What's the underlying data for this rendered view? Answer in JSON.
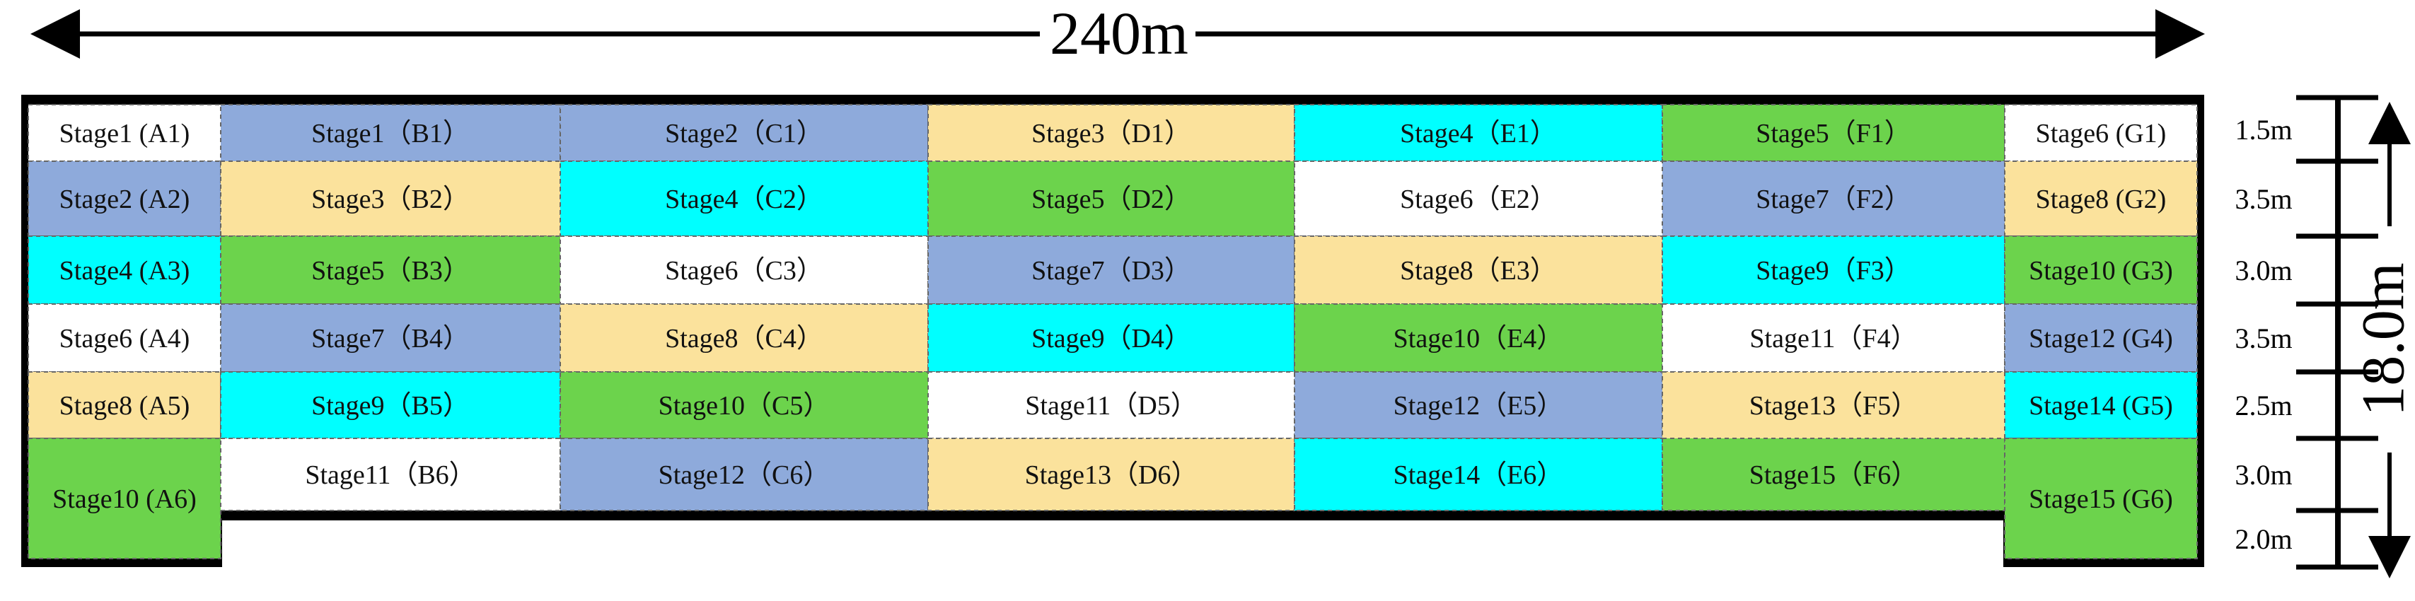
{
  "dimensions": {
    "total_width": "240m",
    "total_depth": "18.0m",
    "row_heights": [
      "1.5m",
      "3.5m",
      "3.0m",
      "3.5m",
      "2.5m",
      "3.0m",
      "2.0m"
    ]
  },
  "colors": {
    "white": "#ffffff",
    "blue": "#8eaadb",
    "yellow": "#fbe29c",
    "cyan": "#00ffff",
    "green": "#6cd34c"
  },
  "grid": {
    "rows": [
      [
        {
          "label": "Stage1 (A1)",
          "color": "white"
        },
        {
          "label": "Stage1（B1）",
          "color": "blue"
        },
        {
          "label": "Stage2（C1）",
          "color": "blue"
        },
        {
          "label": "Stage3（D1）",
          "color": "yellow"
        },
        {
          "label": "Stage4（E1）",
          "color": "cyan"
        },
        {
          "label": "Stage5（F1）",
          "color": "green"
        },
        {
          "label": "Stage6 (G1)",
          "color": "white"
        }
      ],
      [
        {
          "label": "Stage2 (A2)",
          "color": "blue"
        },
        {
          "label": "Stage3（B2）",
          "color": "yellow"
        },
        {
          "label": "Stage4（C2）",
          "color": "cyan"
        },
        {
          "label": "Stage5（D2）",
          "color": "green"
        },
        {
          "label": "Stage6（E2）",
          "color": "white"
        },
        {
          "label": "Stage7（F2）",
          "color": "blue"
        },
        {
          "label": "Stage8 (G2)",
          "color": "yellow"
        }
      ],
      [
        {
          "label": "Stage4 (A3)",
          "color": "cyan"
        },
        {
          "label": "Stage5（B3）",
          "color": "green"
        },
        {
          "label": "Stage6（C3）",
          "color": "white"
        },
        {
          "label": "Stage7（D3）",
          "color": "blue"
        },
        {
          "label": "Stage8（E3）",
          "color": "yellow"
        },
        {
          "label": "Stage9（F3）",
          "color": "cyan"
        },
        {
          "label": "Stage10 (G3)",
          "color": "green"
        }
      ],
      [
        {
          "label": "Stage6 (A4)",
          "color": "white"
        },
        {
          "label": "Stage7（B4）",
          "color": "blue"
        },
        {
          "label": "Stage8（C4）",
          "color": "yellow"
        },
        {
          "label": "Stage9（D4）",
          "color": "cyan"
        },
        {
          "label": "Stage10（E4）",
          "color": "green"
        },
        {
          "label": "Stage11（F4）",
          "color": "white"
        },
        {
          "label": "Stage12 (G4)",
          "color": "blue"
        }
      ],
      [
        {
          "label": "Stage8 (A5)",
          "color": "yellow"
        },
        {
          "label": "Stage9（B5）",
          "color": "cyan"
        },
        {
          "label": "Stage10（C5）",
          "color": "green"
        },
        {
          "label": "Stage11（D5）",
          "color": "white"
        },
        {
          "label": "Stage12（E5）",
          "color": "blue"
        },
        {
          "label": "Stage13（F5）",
          "color": "yellow"
        },
        {
          "label": "Stage14 (G5)",
          "color": "cyan"
        }
      ],
      [
        {
          "label": "Stage10 (A6)",
          "color": "green"
        },
        {
          "label": "Stage11（B6）",
          "color": "white"
        },
        {
          "label": "Stage12（C6）",
          "color": "blue"
        },
        {
          "label": "Stage13（D6）",
          "color": "yellow"
        },
        {
          "label": "Stage14（E6）",
          "color": "cyan"
        },
        {
          "label": "Stage15（F6）",
          "color": "green"
        },
        {
          "label": "Stage15 (G6)",
          "color": "green"
        }
      ]
    ]
  }
}
